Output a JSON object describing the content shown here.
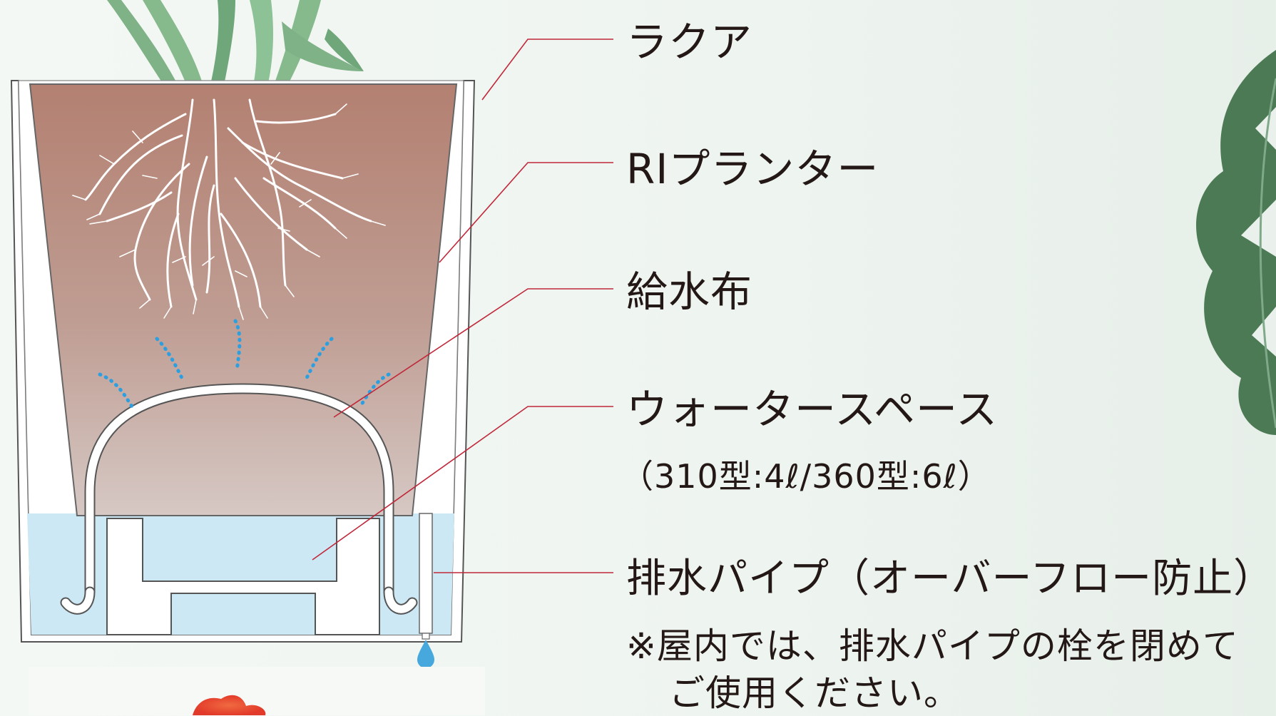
{
  "labels": {
    "lakua": "ラクア",
    "ri_planter": "RIプランター",
    "wick": "給水布",
    "water_space": "ウォータースペース",
    "water_space_capacity": "（310型:4ℓ/360型:6ℓ）",
    "drain_pipe": "排水パイプ（オーバーフロー防止）",
    "note_line1": "※屋内では、排水パイプの栓を閉めて",
    "note_line2": "ご使用ください。"
  },
  "colors": {
    "soil": "#b98a7e",
    "water": "#cde8f5",
    "leader_line": "#c0283a",
    "leaf": "#7fb287",
    "water_drop": "#46a8dc",
    "vapor_dots": "#2b9fe0"
  }
}
